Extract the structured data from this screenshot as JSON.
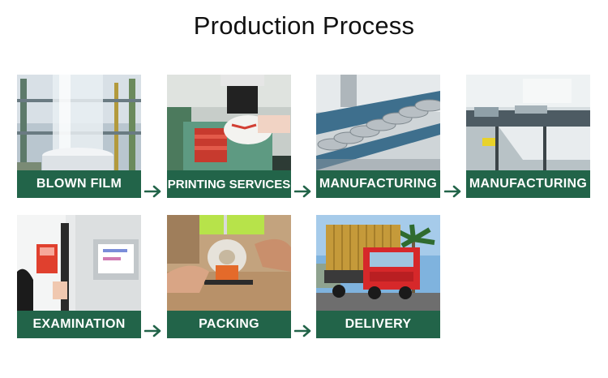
{
  "title": "Production Process",
  "colors": {
    "label_bg": "#226449",
    "arrow": "#226449",
    "title_text": "#111111"
  },
  "steps": [
    {
      "label": "BLOWN FILM",
      "image": "blown-film-photo"
    },
    {
      "label": "PRINTING SERVICES",
      "image": "printing-press-photo"
    },
    {
      "label": "MANUFACTURING",
      "image": "roller-conveyor-photo"
    },
    {
      "label": "MANUFACTURING",
      "image": "bag-making-machine-photo"
    },
    {
      "label": "EXAMINATION",
      "image": "testing-machine-photo"
    },
    {
      "label": "PACKING",
      "image": "tape-dispenser-photo"
    },
    {
      "label": "DELIVERY",
      "image": "container-truck-photo"
    }
  ],
  "arrow_icon": "arrow-right-icon"
}
